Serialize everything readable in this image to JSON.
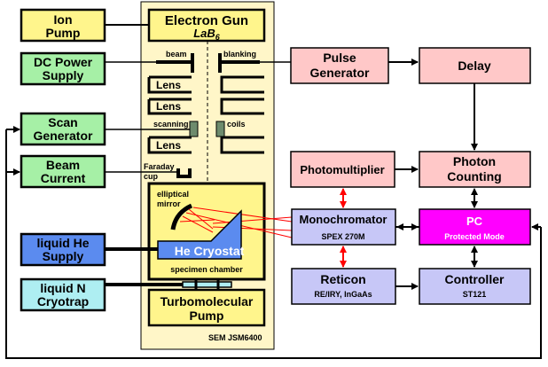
{
  "colors": {
    "yellow": "#FFF58C",
    "green": "#A6F0A6",
    "pink": "#FFC8C8",
    "lavender": "#C7C7F7",
    "magenta": "#FF00FF",
    "blue": "#5B8BEF",
    "cyan": "#AEEEF2",
    "sem_bg": "#FFF6C8",
    "red": "#FF0000",
    "dark": "#404040"
  },
  "left": {
    "ion_pump": [
      "Ion",
      "Pump"
    ],
    "dc_power": [
      "DC Power",
      "Supply"
    ],
    "scan_gen": [
      "Scan",
      "Generator"
    ],
    "beam_current": [
      "Beam",
      "Current"
    ],
    "liquid_he": [
      "liquid He",
      "Supply"
    ],
    "liquid_n": [
      "liquid N",
      "Cryotrap"
    ]
  },
  "sem": {
    "electron_gun": "Electron Gun",
    "lab6": "LaB",
    "lab6_sub": "6",
    "beam": "beam",
    "blanking": "blanking",
    "lens_label": "Lens",
    "scanning": "scanning",
    "coils": "coils",
    "faraday": "Faraday",
    "cup": "cup",
    "elliptical": "elliptical",
    "mirror": "mirror",
    "he_cryostat": "He Cryostat",
    "specimen_chamber": "specimen chamber",
    "turbo": [
      "Turbomolecular",
      "Pump"
    ],
    "sem_label": "SEM JSM6400"
  },
  "right": {
    "pulse_gen": [
      "Pulse",
      "Generator"
    ],
    "delay": "Delay",
    "photomultiplier": "Photomultiplier",
    "photon_counting": [
      "Photon",
      "Counting"
    ],
    "mono": "Monochromator",
    "mono_sub": "SPEX 270M",
    "pc": "PC",
    "pc_sub": "Protected Mode",
    "reticon": "Reticon",
    "reticon_sub": "RE/IRY, InGaAs",
    "controller": "Controller",
    "controller_sub": "ST121"
  }
}
